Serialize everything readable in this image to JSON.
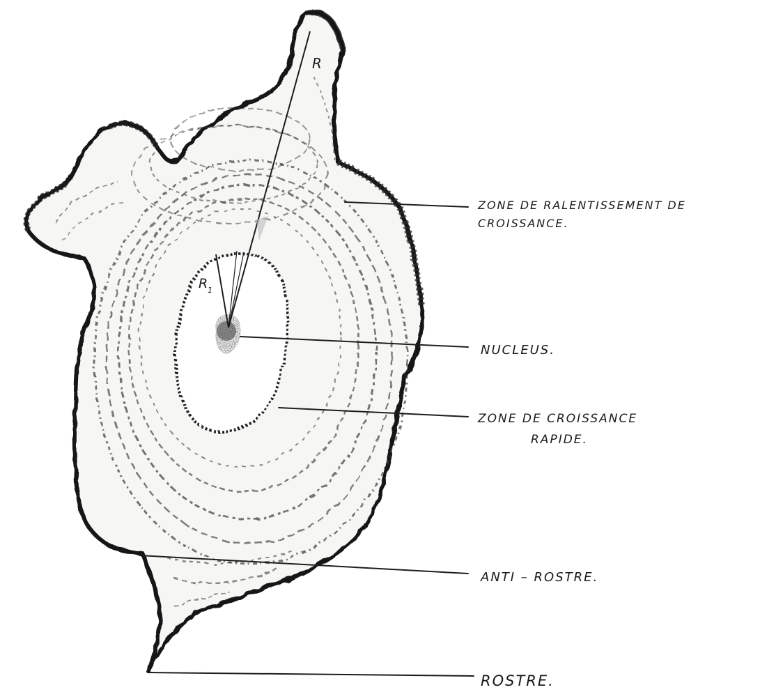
{
  "diagram": {
    "radius_labels": {
      "outer": "R",
      "inner": "R"
    },
    "inner_radius_subscript": "1",
    "labels": {
      "slow_growth_line1": "ZONE DE RALENTISSEMENT DE",
      "slow_growth_line2": "CROISSANCE.",
      "nucleus": "NUCLEUS.",
      "fast_growth_line1": "ZONE DE CROISSANCE",
      "fast_growth_line2": "RAPIDE.",
      "antirostrum": "ANTI – ROSTRE.",
      "rostrum": "ROSTRE."
    },
    "colors": {
      "ink": "#1b1b1b",
      "paper": "#ffffff"
    }
  }
}
